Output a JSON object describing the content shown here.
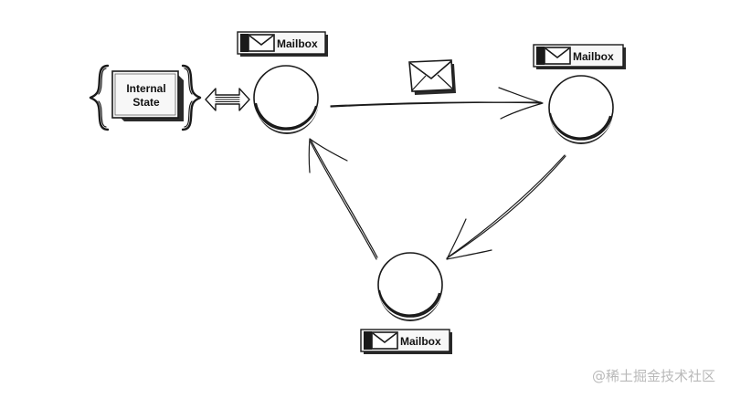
{
  "actors": [
    {
      "id": "actor-1",
      "mailbox_label": "Mailbox"
    },
    {
      "id": "actor-2",
      "mailbox_label": "Mailbox"
    },
    {
      "id": "actor-3",
      "mailbox_label": "Mailbox"
    }
  ],
  "internal_state": {
    "line1": "Internal",
    "line2": "State"
  },
  "message": {
    "icon": "envelope-icon"
  },
  "watermark": "@稀土掘金技术社区",
  "colors": {
    "ink": "#1a1a1a",
    "box_fill": "#f7f7f7",
    "shadow": "#2a2a2a",
    "watermark": "#b9b9b9"
  }
}
